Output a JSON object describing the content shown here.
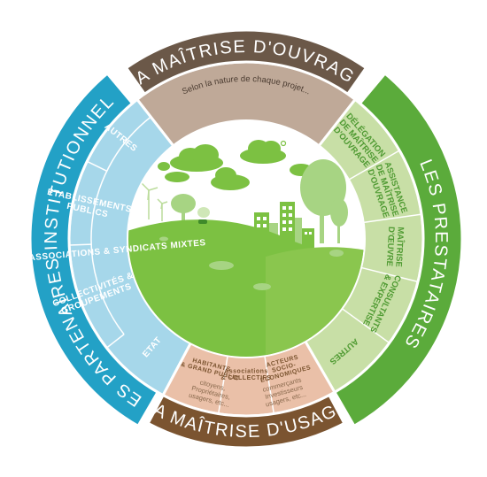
{
  "colors": {
    "ouvrage_dark": "#6b5848",
    "ouvrage_light": "#bfa998",
    "prestataires_dark": "#5bab3b",
    "prestataires_light": "#c8dfa6",
    "partenaires_dark": "#23a1c6",
    "partenaires_light": "#a6d7ea",
    "usage_dark": "#7b5430",
    "usage_light": "#eac0a8",
    "center_bg": "#ffffff",
    "hill": "#7cc142"
  },
  "ouvrage": {
    "title": "LA MAÎTRISE D'OUVRAGE",
    "subtitle": "Selon la nature de chaque projet..."
  },
  "prestataires": {
    "title": "LES PRESTATAIRES",
    "items": [
      {
        "lines": [
          "DÉLÉGATION",
          "DE MAÎTRISE",
          "D'OUVRAGE"
        ]
      },
      {
        "lines": [
          "ASSISTANCE",
          "DE MAÎTRISE",
          "D'OUVRAGE"
        ]
      },
      {
        "lines": [
          "MAÎTRISE",
          "D'ŒUVRE"
        ]
      },
      {
        "lines": [
          "CONSULTANTS",
          "& EXPERTISE"
        ]
      },
      {
        "lines": [
          "AUTRES"
        ]
      }
    ]
  },
  "partenaires": {
    "title": "LES PARTENAIRES INSTITUTIONNELS",
    "items": [
      {
        "lines": [
          "ETAT"
        ]
      },
      {
        "lines": [
          "COLLECTIVITÉS &",
          "GROUPEMENTS"
        ]
      },
      {
        "lines": [
          "ÉTABLISSEMENTS",
          "PUBLICS"
        ]
      },
      {
        "lines": [
          "ASSOCIATIONS & SYNDICATS MIXTES"
        ]
      },
      {
        "lines": [
          "AUTRES"
        ]
      }
    ]
  },
  "usage": {
    "title": "LA MAÎTRISE D'USAGE",
    "items": [
      {
        "title_lines": [
          "HABITANTS",
          "& GRAND PUBLIC"
        ],
        "detail_lines": [
          "citoyens,",
          "Propriétaires,",
          "usagers, etc..."
        ]
      },
      {
        "title_lines": [
          "Associations",
          "& COLLECTIFS"
        ],
        "detail_lines": []
      },
      {
        "title_lines": [
          "ACTEURS",
          "SOCIO-",
          "ÉCONOMIQUES"
        ],
        "detail_lines": [
          "commerçants",
          "Investisseurs",
          "usagers, etc..."
        ]
      }
    ]
  }
}
